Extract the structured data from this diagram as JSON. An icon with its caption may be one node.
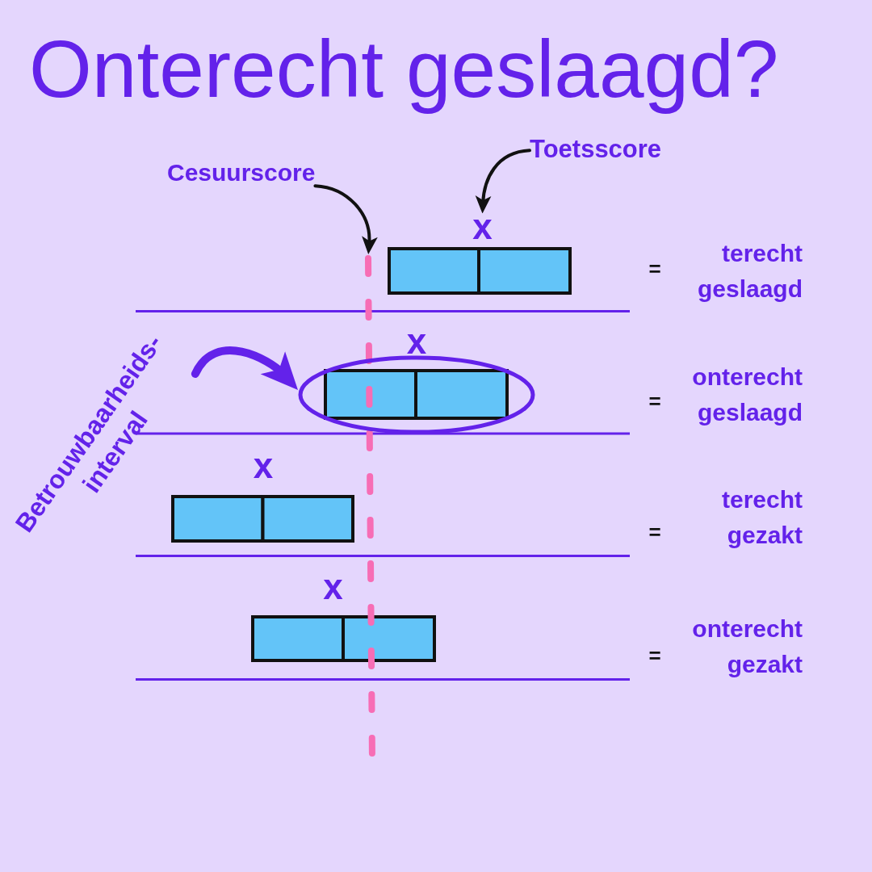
{
  "diagram": {
    "title": "Onterecht geslaagd?",
    "nodes": [
      {
        "text": [
          "Cesuurscore"
        ]
      },
      {
        "text": [
          "Toetsscore"
        ]
      },
      {
        "text": [
          "x"
        ]
      },
      {
        "text": [],
        "shape": "line"
      },
      {
        "text": [
          "Betrouwbaarheids- interval"
        ]
      },
      {
        "text": [],
        "shape": "ellipse"
      }
    ],
    "edges": [
      {
        "from": 0,
        "to": 3,
        "arrow": "to"
      },
      {
        "from": 1,
        "to": 2,
        "arrow": "to"
      },
      {
        "from": 4,
        "to": 5,
        "arrow": "to",
        "style": "thick",
        "color": "#6322ea"
      }
    ],
    "labels": [
      "=",
      "terecht geslaagd",
      "x",
      "=",
      "onterecht geslaagd",
      "x",
      "=",
      "terecht gezakt",
      "x",
      "=",
      "onterecht gezakt"
    ]
  }
}
